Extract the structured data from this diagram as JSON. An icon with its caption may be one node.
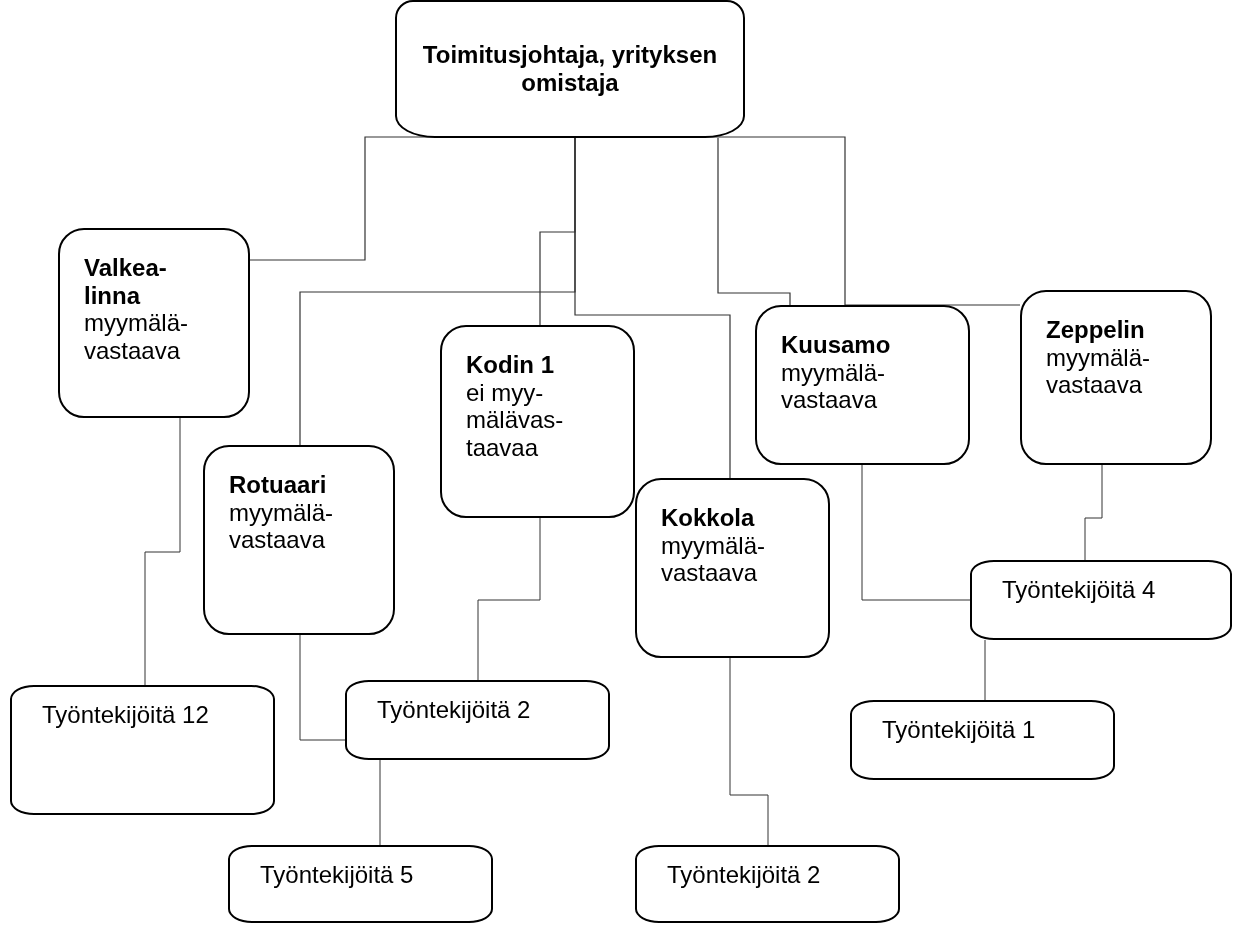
{
  "diagram": {
    "nodes": [
      {
        "text": [
          "Toimitusjohtaja, yrityksen omistaja"
        ]
      },
      {
        "text": [
          "Valkea-linna",
          "myymälä-vastaava"
        ]
      },
      {
        "text": [
          "Rotuaari",
          "myymälä-vastaava"
        ]
      },
      {
        "text": [
          "Kodin 1",
          "ei myy-mälävas-taavaa"
        ]
      },
      {
        "text": [
          "Kokkola",
          "myymälä-vastaava"
        ]
      },
      {
        "text": [
          "Kuusamo",
          "myymälä-vastaava"
        ]
      },
      {
        "text": [
          "Zeppelin",
          "myymälä-vastaava"
        ]
      },
      {
        "text": [
          "Työntekijöitä 12"
        ]
      },
      {
        "text": [
          "Työntekijöitä 2"
        ]
      },
      {
        "text": [
          "Työntekijöitä 5"
        ]
      },
      {
        "text": [
          "Työntekijöitä 2"
        ]
      },
      {
        "text": [
          "Työntekijöitä 4"
        ]
      },
      {
        "text": [
          "Työntekijöitä 1"
        ]
      }
    ],
    "edges": [
      {
        "from": 0,
        "to": 1,
        "arrow": "none"
      },
      {
        "from": 0,
        "to": 2,
        "arrow": "none"
      },
      {
        "from": 0,
        "to": 3,
        "arrow": "none"
      },
      {
        "from": 0,
        "to": 4,
        "arrow": "none"
      },
      {
        "from": 0,
        "to": 5,
        "arrow": "none"
      },
      {
        "from": 0,
        "to": 6,
        "arrow": "none"
      },
      {
        "from": 1,
        "to": 7,
        "arrow": "none"
      },
      {
        "from": 2,
        "to": 8,
        "arrow": "none"
      },
      {
        "from": 3,
        "to": 8,
        "arrow": "none"
      },
      {
        "from": 8,
        "to": 9,
        "arrow": "none"
      },
      {
        "from": 4,
        "to": 10,
        "arrow": "none"
      },
      {
        "from": 5,
        "to": 11,
        "arrow": "none"
      },
      {
        "from": 6,
        "to": 11,
        "arrow": "none"
      },
      {
        "from": 11,
        "to": 12,
        "arrow": "none"
      }
    ]
  }
}
